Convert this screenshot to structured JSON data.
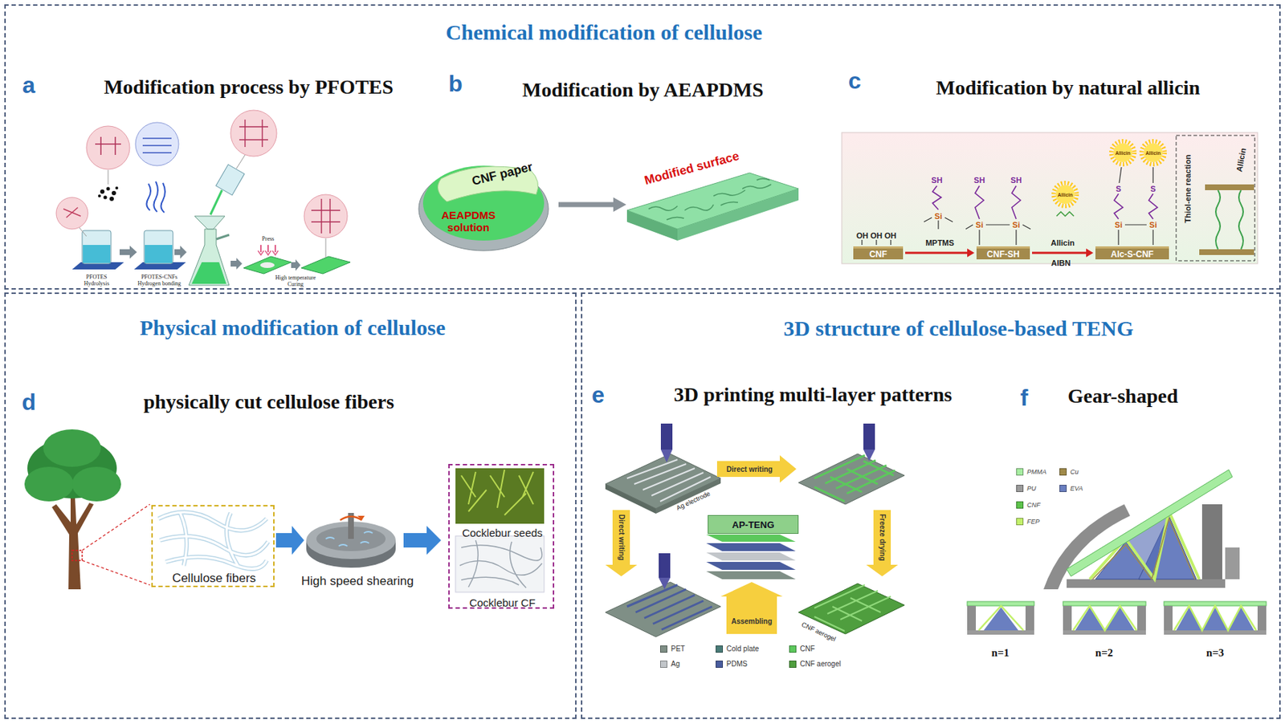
{
  "diagram": {
    "nodes": [
      {
        "text": [
          "Chemical modification of cellulose"
        ]
      },
      {
        "text": [
          "Physical modification of cellulose"
        ]
      },
      {
        "text": [
          "3D structure of cellulose-based TENG"
        ]
      },
      {
        "text": [
          "CNF paper",
          "AEAPDMS solution"
        ],
        "in": 0
      },
      {
        "text": [
          "Modified surface"
        ],
        "in": 0
      },
      {
        "text": [
          "CNF"
        ],
        "in": 0
      },
      {
        "text": [
          "CNF-SH"
        ],
        "in": 0
      },
      {
        "text": [
          "Alc-S-CNF"
        ],
        "in": 0
      },
      {
        "text": [
          "Cellulose fibers"
        ],
        "in": 1
      },
      {
        "text": [
          "Cocklebur seeds",
          "Cocklebur CF"
        ],
        "in": 1
      },
      {
        "text": [
          "AP-TENG"
        ],
        "in": 2
      }
    ],
    "edges": [
      {
        "from": 3,
        "to": 4,
        "arrow": "to"
      },
      {
        "from": 5,
        "to": 6,
        "arrow": "to",
        "label": "MPTMS"
      },
      {
        "from": 6,
        "to": 7,
        "arrow": "to",
        "label": "Allicin"
      }
    ],
    "labels": [
      "a",
      "Modification process by PFOTES",
      "b",
      "Modification by AEAPDMS",
      "c",
      "Modification by natural allicin",
      "d",
      "physically cut cellulose fibers",
      "e",
      "3D printing multi-layer patterns",
      "f",
      "Gear-shaped",
      "PFOTES Hydrolysis",
      "PFOTES-CNFs Hydrogen bonding",
      "Press",
      "High temperature Curing",
      "OH OH OH",
      "SH",
      "Si",
      "SH",
      "SH",
      "Si",
      "Si",
      "Allicin",
      "AIBN",
      "Allicin",
      "Allicin",
      "S",
      "S",
      "Si",
      "Si",
      "Thiol-ene reaction",
      "Allicin",
      "High speed shearing",
      "Direct writing",
      "Direct writing",
      "Freeze drying",
      "Assembling",
      "Ag electrode",
      "CNF aerogel",
      "n=1",
      "n=2",
      "n=3"
    ],
    "legend": [
      {
        "text": "PET",
        "color": "#7f8f86"
      },
      {
        "text": "Cold plate",
        "color": "#4a7c78"
      },
      {
        "text": "CNF",
        "color": "#5cc85c"
      },
      {
        "text": "Ag",
        "color": "#c2c6ca"
      },
      {
        "text": "PDMS",
        "color": "#4a5d9e"
      },
      {
        "text": "CNF aerogel",
        "color": "#4f9e3e"
      },
      {
        "text": "PMMA",
        "color": "#a6eca0"
      },
      {
        "text": "Cu",
        "color": "#a08a4a"
      },
      {
        "text": "PU",
        "color": "#9a9a9a"
      },
      {
        "text": "EVA",
        "color": "#6a7fc0"
      },
      {
        "text": "CNF",
        "color": "#5cc24a"
      },
      {
        "text": "FEP",
        "color": "#c2f06a"
      }
    ]
  }
}
